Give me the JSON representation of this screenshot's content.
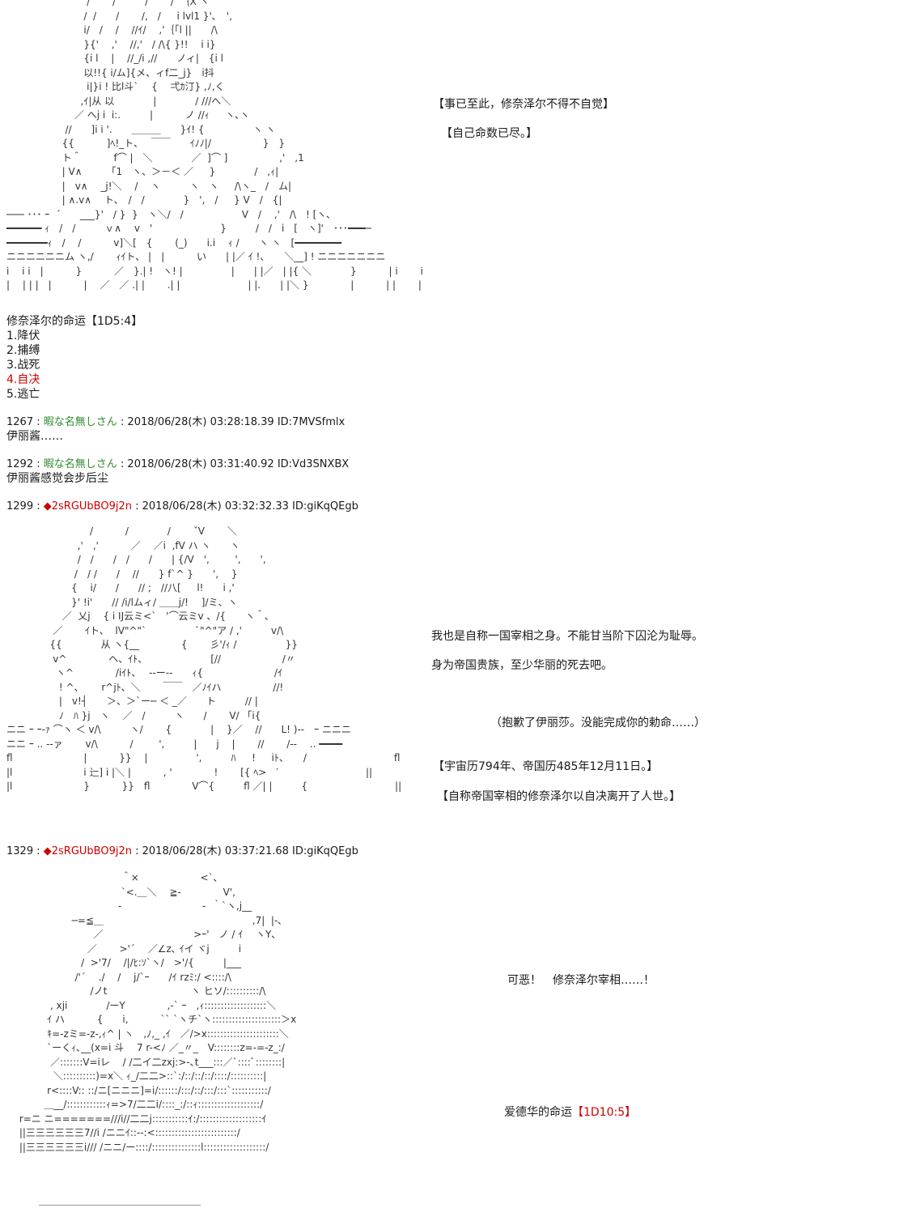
{
  "top_captions": {
    "line1": "【事已至此，修奈泽尔不得不自觉】",
    "line2": "【自己命数已尽。】"
  },
  "fate": {
    "title": "修奈泽尔的命运【1D5:4】",
    "options": [
      "1.降伏",
      "2.捕缚",
      "3.战死",
      "4.自决",
      "5.逃亡"
    ],
    "chosen_index": 3,
    "chosen_color": "#cc0000"
  },
  "posts": [
    {
      "number": "1267",
      "name": "暇な名無しさん",
      "date": "2018/06/28(木) 03:28:18.39",
      "id": "ID:7MVSfmlx",
      "body": "伊丽酱……"
    },
    {
      "number": "1292",
      "name": "暇な名無しさん",
      "date": "2018/06/28(木) 03:31:40.92",
      "id": "ID:Vd3SNXBX",
      "body": "伊丽酱感觉会步后尘"
    },
    {
      "number": "1299",
      "name": "◆2sRGUbBO9j2n",
      "date": "2018/06/28(木) 03:32:32.33",
      "id": "ID:giKqQEgb"
    },
    {
      "number": "1329",
      "name": "◆2sRGUbBO9j2n",
      "date": "2018/06/28(木) 03:37:21.68",
      "id": "ID:giKqQEgb"
    }
  ],
  "post1299_captions": {
    "line1": "我也是自称一国宰相之身。不能甘当阶下囚沦为耻辱。",
    "line2": "身为帝国贵族，至少华丽的死去吧。",
    "line3": "（抱歉了伊丽莎。没能完成你的勅命……）",
    "line4": "【宇宙历794年、帝国历485年12月11日。】",
    "line5": "【自称帝国宰相的修奈泽尔以自决离开了人世。】"
  },
  "post1329_captions": {
    "line1": "可恶！　修奈泽尔宰相……！",
    "line2_prefix": "爱德华的命运",
    "line2_roll": "【1D10:5】"
  },
  "separator": " : ",
  "colors": {
    "anon_name": "#2e8b2e",
    "trip_name": "#cc0000"
  }
}
